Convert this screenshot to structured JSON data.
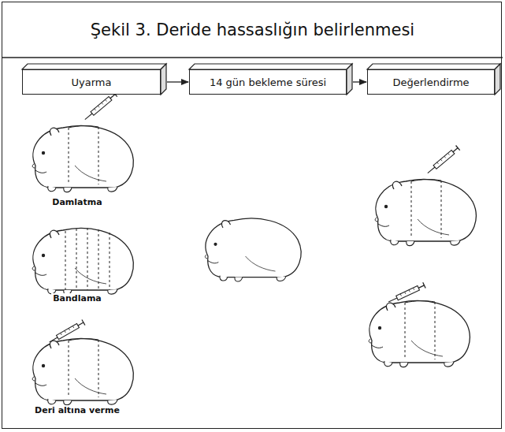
{
  "diagram": {
    "title": "Şekil 3. Deride hassaslığın belirlenmesi",
    "nodes": [
      {
        "text": [
          "Uyarma"
        ]
      },
      {
        "text": [
          "14 gün bekleme süresi"
        ]
      },
      {
        "text": [
          "Değerlendirme"
        ]
      }
    ],
    "edges": [
      {
        "from": 0,
        "to": 1,
        "arrow": "to"
      },
      {
        "from": 1,
        "to": 2,
        "arrow": "to"
      }
    ],
    "labels": [
      "Damlatma",
      "Bandlama",
      "Deri altına verme"
    ]
  }
}
